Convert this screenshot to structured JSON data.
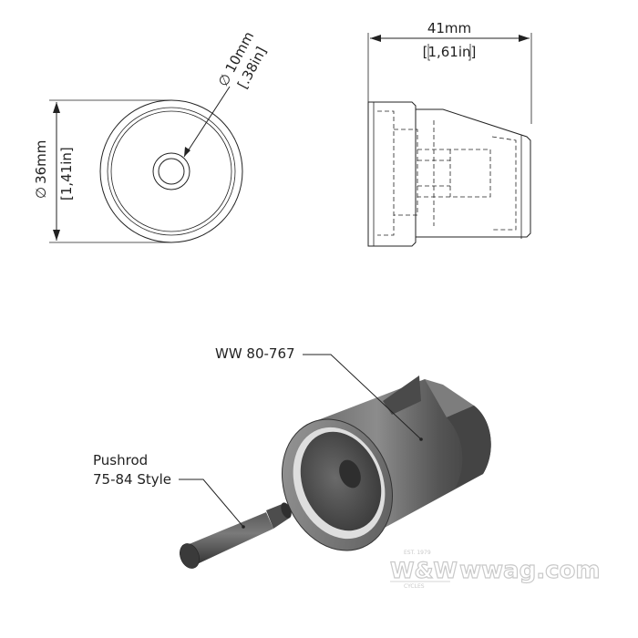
{
  "front_view": {
    "inner_diameter_mm": "10mm",
    "inner_diameter_in": ".38in",
    "outer_diameter_mm": "36mm",
    "outer_diameter_in": "1,41in",
    "diameter_symbol": "∅"
  },
  "side_view": {
    "length_mm": "41mm",
    "length_in": "1,61in"
  },
  "callouts": {
    "tool_part_number": "WW 80-767",
    "pushrod_line1": "Pushrod",
    "pushrod_line2": "75-84 Style"
  },
  "watermark": {
    "brand": "W&W",
    "site": "wwag.com",
    "est": "EST. 1979",
    "cycles": "CYCLES"
  }
}
